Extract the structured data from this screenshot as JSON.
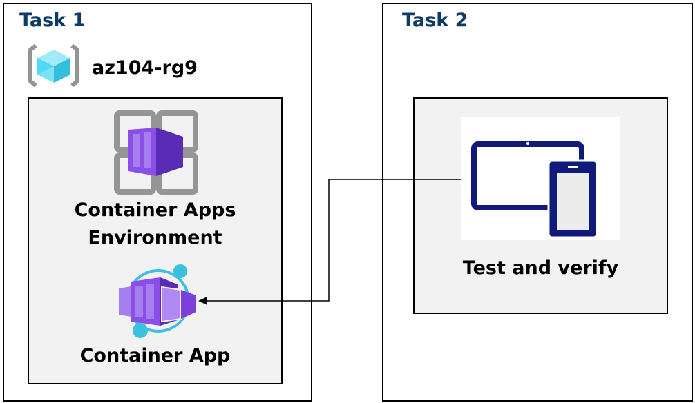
{
  "task1": {
    "title": "Task 1",
    "resource_group": {
      "name": "az104-rg9",
      "icon": "resource-group-icon"
    },
    "environment": {
      "label_line1": "Container Apps",
      "label_line2": "Environment",
      "icon": "container-apps-environment-icon"
    },
    "app": {
      "label": "Container App",
      "icon": "container-app-icon"
    }
  },
  "task2": {
    "title": "Task 2",
    "test": {
      "label": "Test and verify",
      "icon": "devices-icon"
    }
  },
  "colors": {
    "title": "#0d3b66",
    "panel": "#f2f2f2",
    "purple": "#7b3fdc",
    "cyan": "#3bc1e0",
    "device": "#0f1a7a"
  }
}
